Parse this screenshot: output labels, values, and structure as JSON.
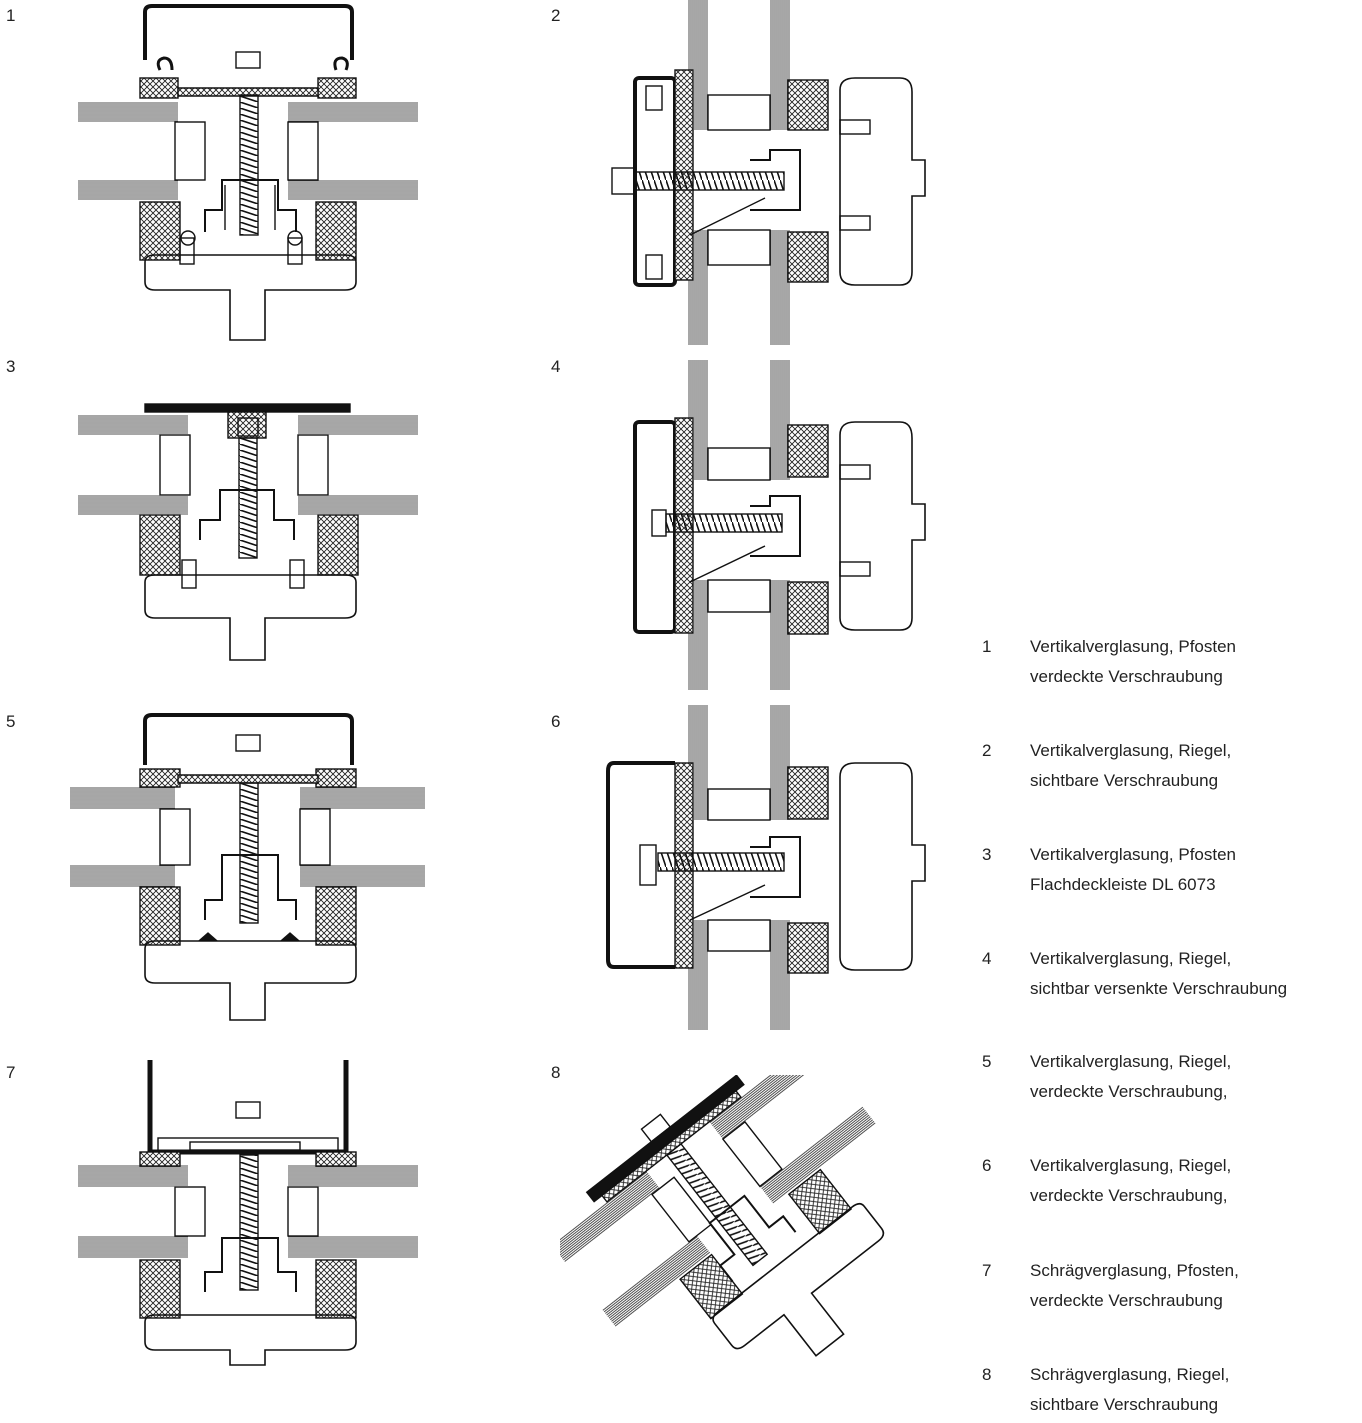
{
  "panels": [
    {
      "number": "1"
    },
    {
      "number": "2"
    },
    {
      "number": "3"
    },
    {
      "number": "4"
    },
    {
      "number": "5"
    },
    {
      "number": "6"
    },
    {
      "number": "7"
    },
    {
      "number": "8"
    }
  ],
  "legend": [
    {
      "number": "1",
      "line1": "Vertikalverglasung, Pfosten",
      "line2": "verdeckte Verschraubung"
    },
    {
      "number": "2",
      "line1": "Vertikalverglasung, Riegel,",
      "line2": "sichtbare Verschraubung"
    },
    {
      "number": "3",
      "line1": "Vertikalverglasung, Pfosten",
      "line2": "Flachdeckleiste DL 6073"
    },
    {
      "number": "4",
      "line1": "Vertikalverglasung, Riegel,",
      "line2": "sichtbar versenkte Verschraubung"
    },
    {
      "number": "5",
      "line1": "Vertikalverglasung, Riegel,",
      "line2": "verdeckte Verschraubung,"
    },
    {
      "number": "6",
      "line1": "Vertikalverglasung, Riegel,",
      "line2": "verdeckte Verschraubung,"
    },
    {
      "number": "7",
      "line1": "Schrägverglasung, Pfosten,",
      "line2": "verdeckte Verschraubung"
    },
    {
      "number": "8",
      "line1": "Schrägverglasung, Riegel,",
      "line2": "sichtbare Verschraubung"
    }
  ],
  "colors": {
    "line": "#111111",
    "background": "#ffffff"
  }
}
